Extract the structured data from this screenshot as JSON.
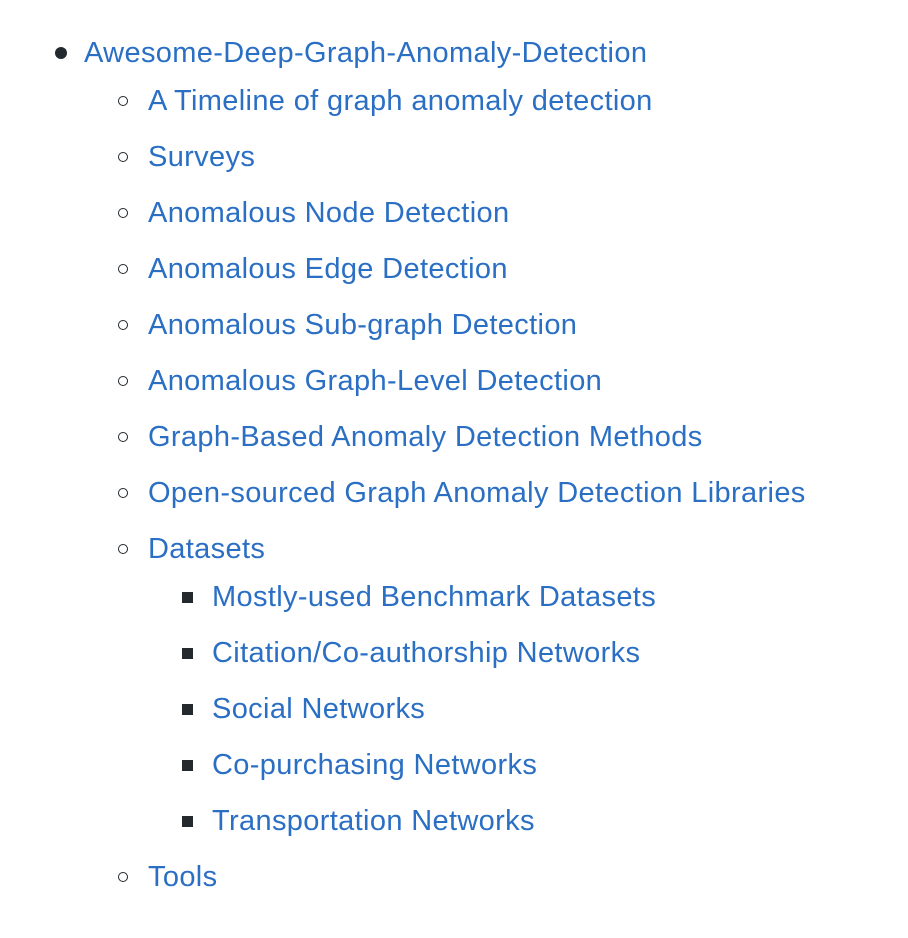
{
  "toc": {
    "root": {
      "label": "Awesome-Deep-Graph-Anomaly-Detection",
      "children": [
        {
          "label": "A Timeline of graph anomaly detection"
        },
        {
          "label": "Surveys"
        },
        {
          "label": "Anomalous Node Detection"
        },
        {
          "label": "Anomalous Edge Detection"
        },
        {
          "label": "Anomalous Sub-graph Detection"
        },
        {
          "label": "Anomalous Graph-Level Detection"
        },
        {
          "label": "Graph-Based Anomaly Detection Methods"
        },
        {
          "label": "Open-sourced Graph Anomaly Detection Libraries"
        },
        {
          "label": "Datasets",
          "children": [
            {
              "label": "Mostly-used Benchmark Datasets"
            },
            {
              "label": "Citation/Co-authorship Networks"
            },
            {
              "label": "Social Networks"
            },
            {
              "label": "Co-purchasing Networks"
            },
            {
              "label": "Transportation Networks"
            }
          ]
        },
        {
          "label": "Tools"
        }
      ]
    }
  },
  "colors": {
    "link": "#2a6fc4",
    "bullet": "#24292e",
    "background": "#ffffff"
  }
}
